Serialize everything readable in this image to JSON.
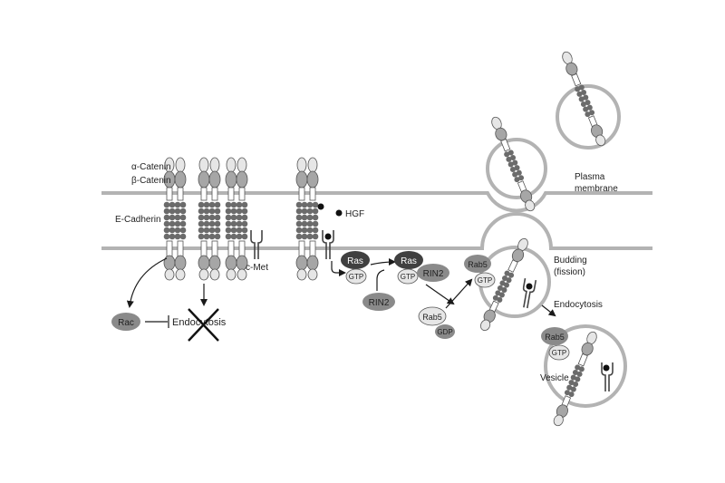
{
  "labels": {
    "alpha_catenin": "α-Catenin",
    "beta_catenin": "β-Catenin",
    "e_cadherin": "E-Cadherin",
    "c_met": "c-Met",
    "hgf": "HGF",
    "plasma": "Plasma",
    "membrane": "membrane",
    "ras_1": "Ras",
    "gtp_1": "GTP",
    "ras_2": "Ras",
    "gtp_2": "GTP",
    "rin2_1": "RIN2",
    "rin2_2": "RIN2",
    "rab5_gdp": "Rab5",
    "gdp": "GDP",
    "rab5_gtp": "Rab5",
    "gtp_3": "GTP",
    "budding": "Budding",
    "fission": "(fission)",
    "endocytosis_right": "Endocytosis",
    "rab5_vesicle": "Rab5",
    "gtp_4": "GTP",
    "vesicle": "Vesicle",
    "rac": "Rac",
    "endocytosis_left": "Endocytosis"
  },
  "colors": {
    "membrane": "#b3b3b3",
    "protein_light": "#e6e6e6",
    "protein_mid": "#a6a6a6",
    "protein_dark": "#6b6b6b",
    "ras": "#404040",
    "ink": "#1a1a1a"
  }
}
